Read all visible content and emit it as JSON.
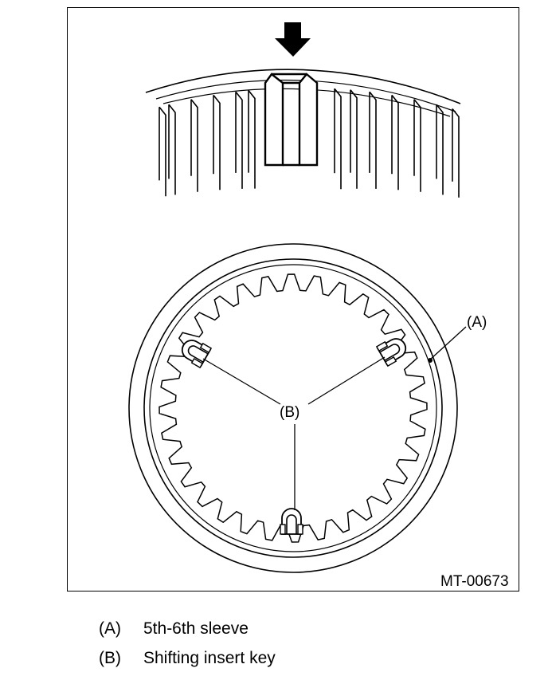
{
  "figure": {
    "code": "MT-00673",
    "callouts": {
      "a": "(A)",
      "b": "(B)"
    }
  },
  "legend": [
    {
      "key": "(A)",
      "text": "5th-6th sleeve"
    },
    {
      "key": "(B)",
      "text": "Shifting insert key"
    }
  ]
}
